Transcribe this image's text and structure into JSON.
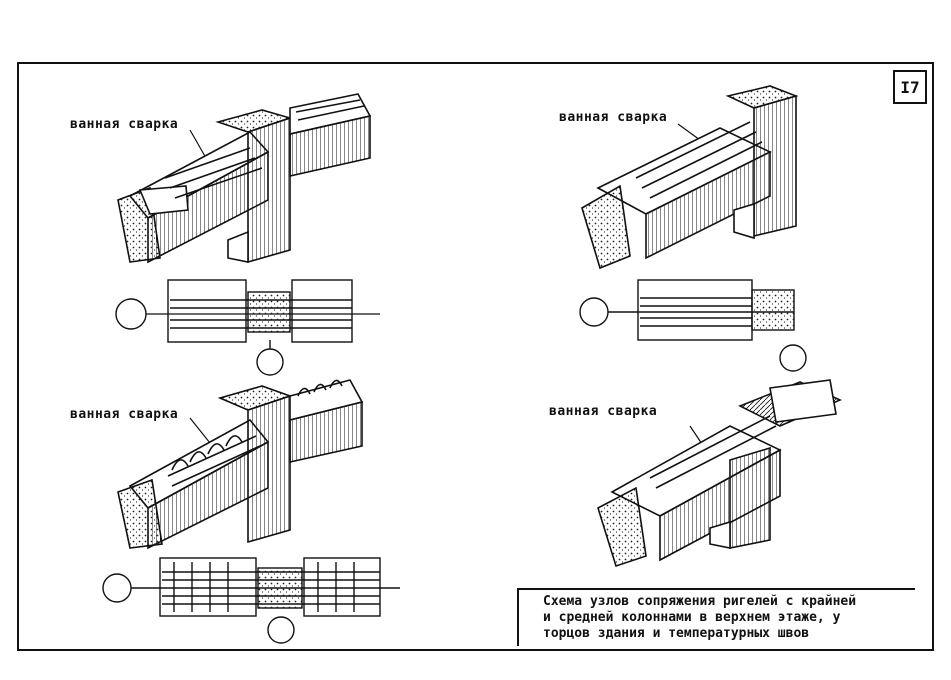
{
  "sheet_number": "I7",
  "labels": {
    "top_left": "ванная сварка",
    "top_right": "ванная сварка",
    "bottom_left": "ванная сварка",
    "bottom_right": "ванная сварка"
  },
  "title_block": {
    "line1": "Схема узлов сопряжения ригелей с крайней",
    "line2": "и средней колоннами в верхнем этаже, у",
    "line3": "торцов здания и температурных швов"
  }
}
